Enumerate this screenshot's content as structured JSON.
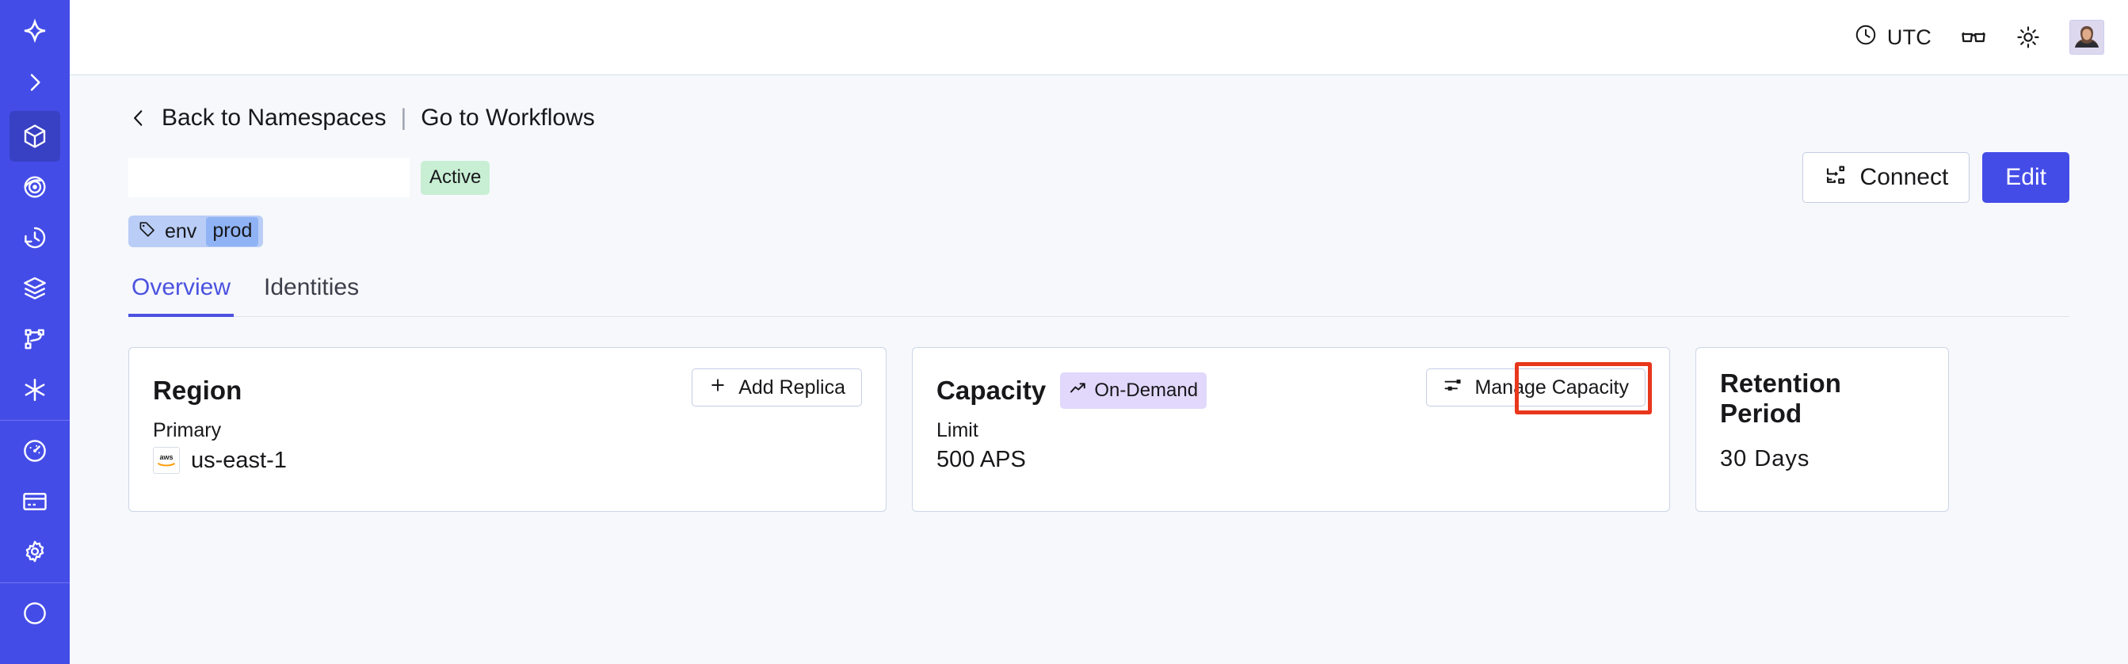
{
  "sidebar": {
    "items": [
      {
        "name": "logo",
        "icon": "temporal-logo-icon",
        "active": false
      },
      {
        "name": "expand",
        "icon": "chevron-right-icon",
        "active": false
      },
      {
        "name": "namespaces",
        "icon": "cube-icon",
        "active": true
      },
      {
        "name": "observability",
        "icon": "eye-spiral-icon",
        "active": false
      },
      {
        "name": "schedules",
        "icon": "clock-rewind-icon",
        "active": false
      },
      {
        "name": "batch",
        "icon": "layers-icon",
        "active": false
      },
      {
        "name": "workflows",
        "icon": "git-branch-icon",
        "active": false
      },
      {
        "name": "nexus",
        "icon": "asterisk-icon",
        "active": false
      },
      {
        "name": "usage",
        "icon": "gauge-icon",
        "active": false
      },
      {
        "name": "billing",
        "icon": "credit-card-icon",
        "active": false
      },
      {
        "name": "settings",
        "icon": "gear-icon",
        "active": false
      }
    ]
  },
  "header": {
    "timezone": "UTC",
    "clock_icon": "clock-icon",
    "glasses_icon": "glasses-icon",
    "theme_icon": "sun-icon",
    "avatar_icon": "user-avatar"
  },
  "breadcrumb": {
    "back_icon": "chevron-left-icon",
    "back_label": "Back to Namespaces",
    "separator": "|",
    "forward_label": "Go to Workflows"
  },
  "namespace": {
    "title": "",
    "status": "Active",
    "tag": {
      "icon": "tag-icon",
      "key": "env",
      "value": "prod"
    }
  },
  "actions": {
    "connect_label": "Connect",
    "connect_icon": "connect-icon",
    "edit_label": "Edit"
  },
  "tabs": [
    {
      "label": "Overview",
      "selected": true
    },
    {
      "label": "Identities",
      "selected": false
    }
  ],
  "cards": {
    "region": {
      "title": "Region",
      "button_label": "Add Replica",
      "button_icon": "plus-icon",
      "label": "Primary",
      "provider_icon": "aws-logo",
      "value": "us-east-1"
    },
    "capacity": {
      "title": "Capacity",
      "badge_label": "On-Demand",
      "badge_icon": "trending-up-icon",
      "button_label": "Manage Capacity",
      "button_icon": "sliders-icon",
      "label": "Limit",
      "value": "500 APS",
      "highlighted": true
    },
    "retention": {
      "title": "Retention Period",
      "value": "30 Days"
    }
  },
  "colors": {
    "brand": "#444ce7",
    "sidebar_active": "#3840c4",
    "tab_active": "#4b52e0",
    "status_active_bg": "#c8efd4",
    "badge_ondemand_bg": "#e1d8fc",
    "tag_bg": "#b9cdf6",
    "tag_value_bg": "#8fb3f5",
    "annotation": "#e8371c",
    "page_bg": "#f7f8fb"
  }
}
